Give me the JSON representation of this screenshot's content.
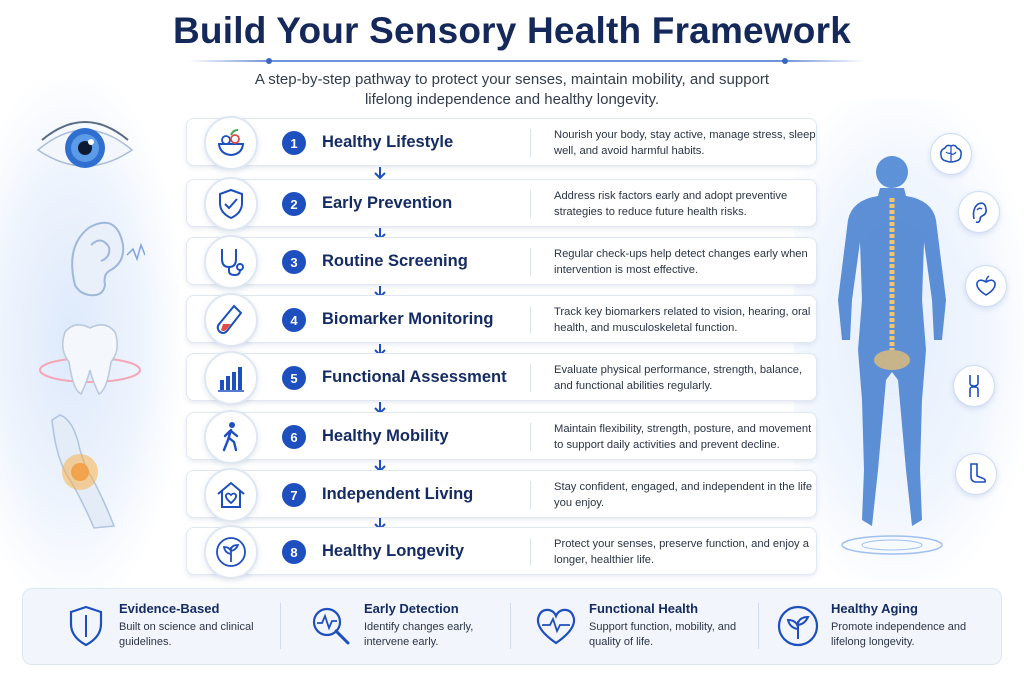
{
  "header": {
    "title": "Build Your Sensory Health Framework",
    "subtitle": "A step-by-step pathway to protect your senses, maintain mobility, and support lifelong independence and healthy longevity."
  },
  "steps": [
    {
      "number": "1",
      "title": "Healthy Lifestyle",
      "description": "Nourish your body, stay active, manage stress, sleep well, and avoid harmful habits.",
      "icon": "fruit-bowl-icon"
    },
    {
      "number": "2",
      "title": "Early Prevention",
      "description": "Address risk factors early and adopt preventive strategies to reduce future health risks.",
      "icon": "shield-check-icon"
    },
    {
      "number": "3",
      "title": "Routine Screening",
      "description": "Regular check-ups help detect changes early when intervention is most effective.",
      "icon": "stethoscope-icon"
    },
    {
      "number": "4",
      "title": "Biomarker Monitoring",
      "description": "Track key biomarkers related to vision, hearing, oral health, and musculoskeletal function.",
      "icon": "test-tube-icon"
    },
    {
      "number": "5",
      "title": "Functional Assessment",
      "description": "Evaluate physical performance, strength, balance, and functional abilities regularly.",
      "icon": "bar-chart-icon"
    },
    {
      "number": "6",
      "title": "Healthy Mobility",
      "description": "Maintain flexibility, strength, posture, and movement to support daily activities and prevent decline.",
      "icon": "walking-person-icon"
    },
    {
      "number": "7",
      "title": "Independent Living",
      "description": "Stay confident, engaged, and independent in the life you enjoy.",
      "icon": "home-heart-icon"
    },
    {
      "number": "8",
      "title": "Healthy Longevity",
      "description": "Protect your senses, preserve function, and enjoy a longer, healthier life.",
      "icon": "sprout-icon"
    }
  ],
  "side_icons_left": [
    "eye-icon",
    "ear-icon",
    "tooth-icon",
    "knee-joint-icon"
  ],
  "side_icons_right": [
    "brain-icon",
    "ear-icon",
    "apple-heart-icon",
    "knee-icon",
    "foot-icon"
  ],
  "features": [
    {
      "title": "Evidence-Based",
      "description": "Built on science and clinical guidelines.",
      "icon": "shield-icon"
    },
    {
      "title": "Early Detection",
      "description": "Identify changes early, intervene early.",
      "icon": "magnifier-pulse-icon"
    },
    {
      "title": "Functional Health",
      "description": "Support function, mobility, and quality of life.",
      "icon": "heart-pulse-icon"
    },
    {
      "title": "Healthy Aging",
      "description": "Promote independence and lifelong longevity.",
      "icon": "sprout-circle-icon"
    }
  ],
  "colors": {
    "primary": "#1d4fbf",
    "title": "#14285a",
    "accent_orange": "#f39a3a",
    "light_blue": "#e3eefc"
  }
}
